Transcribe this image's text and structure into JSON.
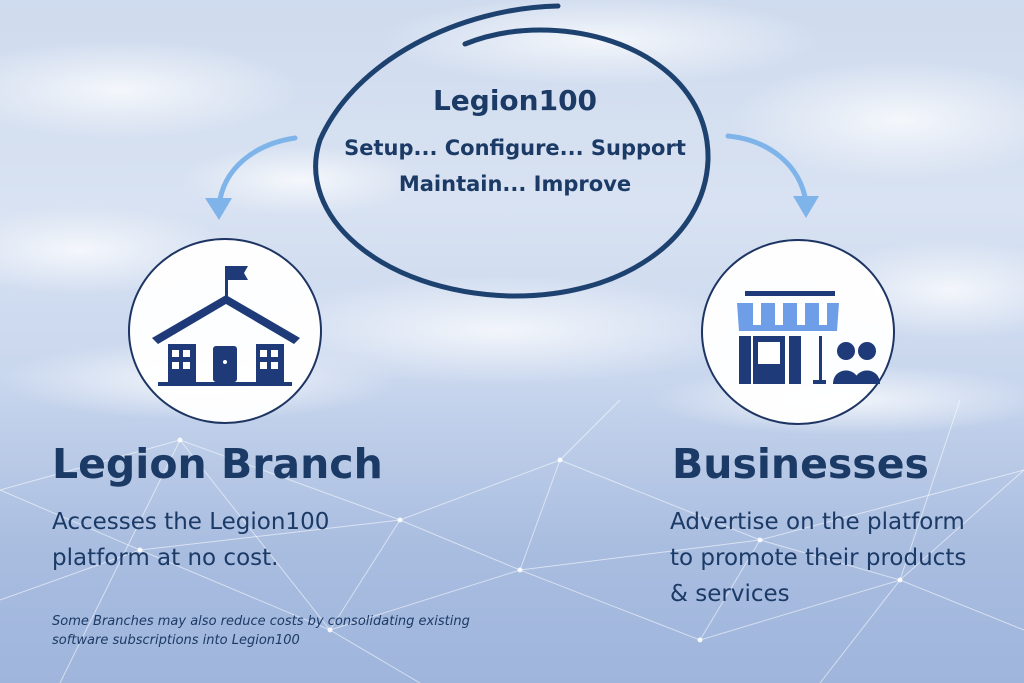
{
  "center": {
    "title": "Legion100",
    "line1": "Setup... Configure... Support",
    "line2": "Maintain... Improve"
  },
  "left": {
    "icon": "school-building-icon",
    "title": "Legion Branch",
    "description": "Accesses the Legion100 platform at no cost.",
    "note": "Some Branches may also reduce costs by consolidating existing software subscriptions into Legion100"
  },
  "right": {
    "icon": "storefront-with-people-icon",
    "title": "Businesses",
    "description": "Advertise on the platform to promote their products & services"
  },
  "colors": {
    "navy": "#1b3a66",
    "arrow": "#7fb4ea",
    "awning": "#6f9ee8",
    "icon": "#1e3a78"
  }
}
